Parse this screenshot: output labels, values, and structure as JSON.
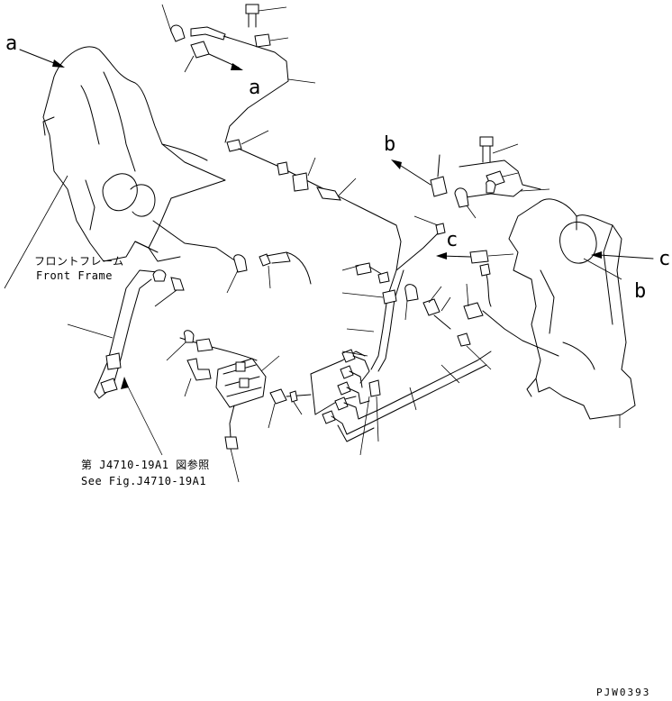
{
  "labels": {
    "ref_a_left": "a",
    "ref_a_center": "a",
    "ref_b_upper": "b",
    "ref_c_center": "c",
    "ref_c_right": "c",
    "ref_b_right": "b"
  },
  "captions": {
    "front_frame_jp": "フロントフレーム",
    "front_frame_en": "Front Frame",
    "see_fig_jp": "第 J4710-19A1 図参照",
    "see_fig_en": "See Fig.J4710-19A1"
  },
  "drawing_code": "PJW0393"
}
